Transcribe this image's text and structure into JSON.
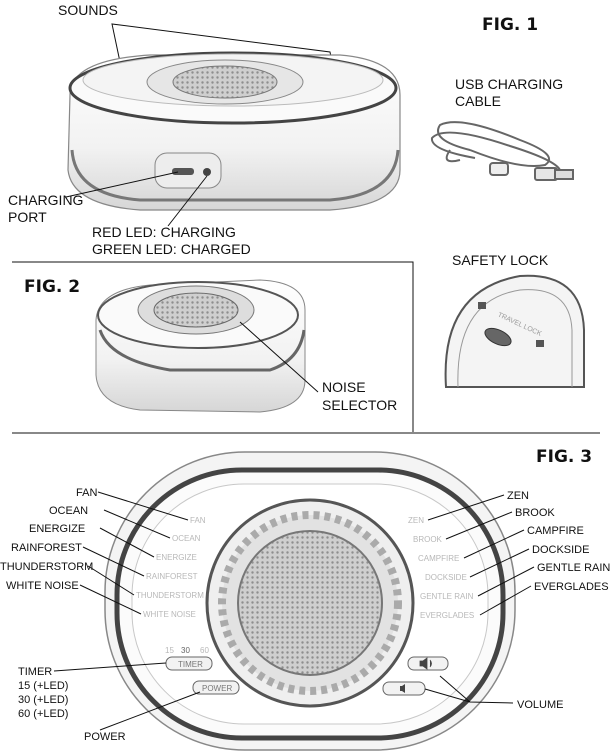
{
  "fig1": {
    "title": "FIG. 1",
    "labels": {
      "sounds": "SOUNDS",
      "usb_cable_line1": "USB CHARGING",
      "usb_cable_line2": "CABLE",
      "charging_port_line1": "CHARGING",
      "charging_port_line2": "PORT",
      "red_led": "RED LED: CHARGING",
      "green_led": "GREEN LED: CHARGED"
    }
  },
  "fig2": {
    "title": "FIG. 2",
    "labels": {
      "noise_line1": "NOISE",
      "noise_line2": "SELECTOR",
      "safety_lock": "SAFETY LOCK",
      "travel_lock_text": "TRAVEL LOCK"
    }
  },
  "fig3": {
    "title": "FIG. 3",
    "left_callouts": [
      "FAN",
      "OCEAN",
      "ENERGIZE",
      "RAINFOREST",
      "THUNDERSTORM",
      "WHITE NOISE"
    ],
    "right_callouts": [
      "ZEN",
      "BROOK",
      "CAMPFIRE",
      "DOCKSIDE",
      "GENTLE RAIN",
      "EVERGLADES"
    ],
    "device_left": [
      "FAN",
      "OCEAN",
      "ENERGIZE",
      "RAINFOREST",
      "THUNDERSTORM",
      "WHITE NOISE"
    ],
    "device_right": [
      "ZEN",
      "BROOK",
      "CAMPFIRE",
      "DOCKSIDE",
      "GENTLE RAIN",
      "EVERGLADES"
    ],
    "timer": {
      "label": "TIMER",
      "options": [
        "15 (+LED)",
        "30 (+LED)",
        "60 (+LED)"
      ],
      "device_values": [
        "15",
        "30",
        "60"
      ],
      "button": "TIMER"
    },
    "power": {
      "label": "POWER",
      "button": "POWER"
    },
    "volume": {
      "label": "VOLUME",
      "up_icon": "speaker-loud-icon",
      "down_icon": "speaker-soft-icon"
    }
  }
}
